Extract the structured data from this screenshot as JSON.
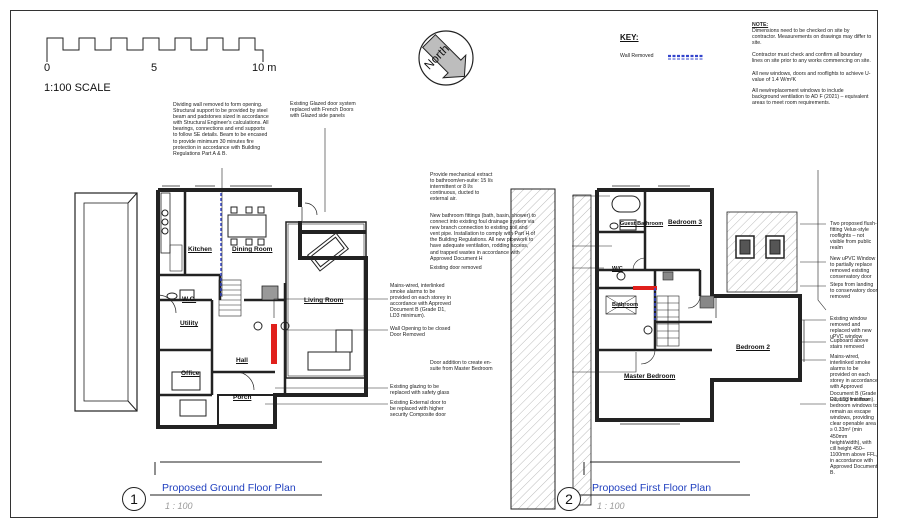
{
  "scale_bar": {
    "tick0": "0",
    "tick5": "5",
    "tick10": "10 m",
    "scale_text": "1:100 SCALE"
  },
  "north": {
    "label": "North"
  },
  "key": {
    "title": "KEY:",
    "wall_removed": "Wall Removed"
  },
  "notes": {
    "title": "NOTE:",
    "n1": "Dimensions need to be checked on site by contractor. Measurements on drawings may differ to site.",
    "n2": "Contractor must check and confirm all boundary lines on site prior to any works commencing on site.",
    "n3": "All new windows, doors and rooflights to achieve U-value of 1.4 W/m²K",
    "n4": "All new/replacement windows to include background ventilation to AD F (2021) – equivalent areas to meet room requirements."
  },
  "ground_notes": {
    "dividing_wall": "Dividing wall removed to form opening. Structural support to be provided by steel beam and padstones sized in accordance with Structural Engineer's calculations. All bearings, connections and end supports to follow SE details. Beam to be encased to provide minimum 30 minutes fire protection in accordance with Building Regulations Part A & B.",
    "glazed_door": "Existing Glazed door system replaced with French Doors with Glazed side panels",
    "smoke_alarms": "Mains-wired, interlinked smoke alarms to be provided on each storey in accordance with Approved Document B (Grade D1, LD3 minimum).",
    "wall_opening": "Wall Opening to be closed Door Removed",
    "safety_glass": "Existing glazing to be replaced with safety glass",
    "external_door": "Existing External door to be replaced with higher security Composite door"
  },
  "first_notes": {
    "extract": "Provide mechanical extract to bathroom/en-suite: 15 l/s intermittent or 8 l/s continuous, ducted to external air.",
    "bathroom_fittings": "New bathroom fittings (bath, basin, shower) to connect into existing foul drainage system via new branch connection to existing soil and vent pipe. Installation to comply with Part H of the Building Regulations. All new pipework to have adequate ventilation, rodding access, and trapped wastes in accordance with Approved Document H",
    "door_removed": "Existing door removed",
    "ensuite_door": "Door addition to create en-suite from Master Bedroom",
    "velux": "Two proposed flush-fitting Velux-style rooflights – not visible from public realm",
    "upvc": "New uPVC Window to partially replace removed existing conservatory door",
    "steps": "Steps from landing to conservatory door removed",
    "window_removed": "Existing window removed and replaced with new uPVC window",
    "cupboard": "Cupboard above stairs removed",
    "smoke": "Mains-wired, interlinked smoke alarms to be provided on each storey in accordance with Approved Document B (Grade D1, LD3 minimum).",
    "escape": "Existing first floor bedroom windows to remain as escape windows, providing clear openable area ≥ 0.33m² (min 450mm height/width), with cill height 450–1100mm above FFL, in accordance with Approved Document B."
  },
  "rooms_ground": {
    "kitchen": "Kitchen",
    "dining": "Dining Room",
    "living": "Living Room",
    "wc": "W.C.",
    "utility": "Utility",
    "hall": "Hall",
    "office": "Office",
    "porch": "Porch"
  },
  "rooms_first": {
    "bedroom3": "Bedroom 3",
    "bedroom2": "Bedroom 2",
    "master": "Master Bedroom",
    "guest_bath": "Guest Bathroom",
    "bathroom": "Bathroom",
    "wc": "W/C"
  },
  "plans": [
    {
      "number": "1",
      "title": "Proposed Ground Floor Plan",
      "scale": "1 : 100"
    },
    {
      "number": "2",
      "title": "Proposed First Floor Plan",
      "scale": "1 : 100"
    }
  ],
  "colors": {
    "line": "#222222",
    "accent_red": "#e0201c",
    "title_blue": "#1f3fbf",
    "wall_removed_blue": "#3344cc"
  }
}
